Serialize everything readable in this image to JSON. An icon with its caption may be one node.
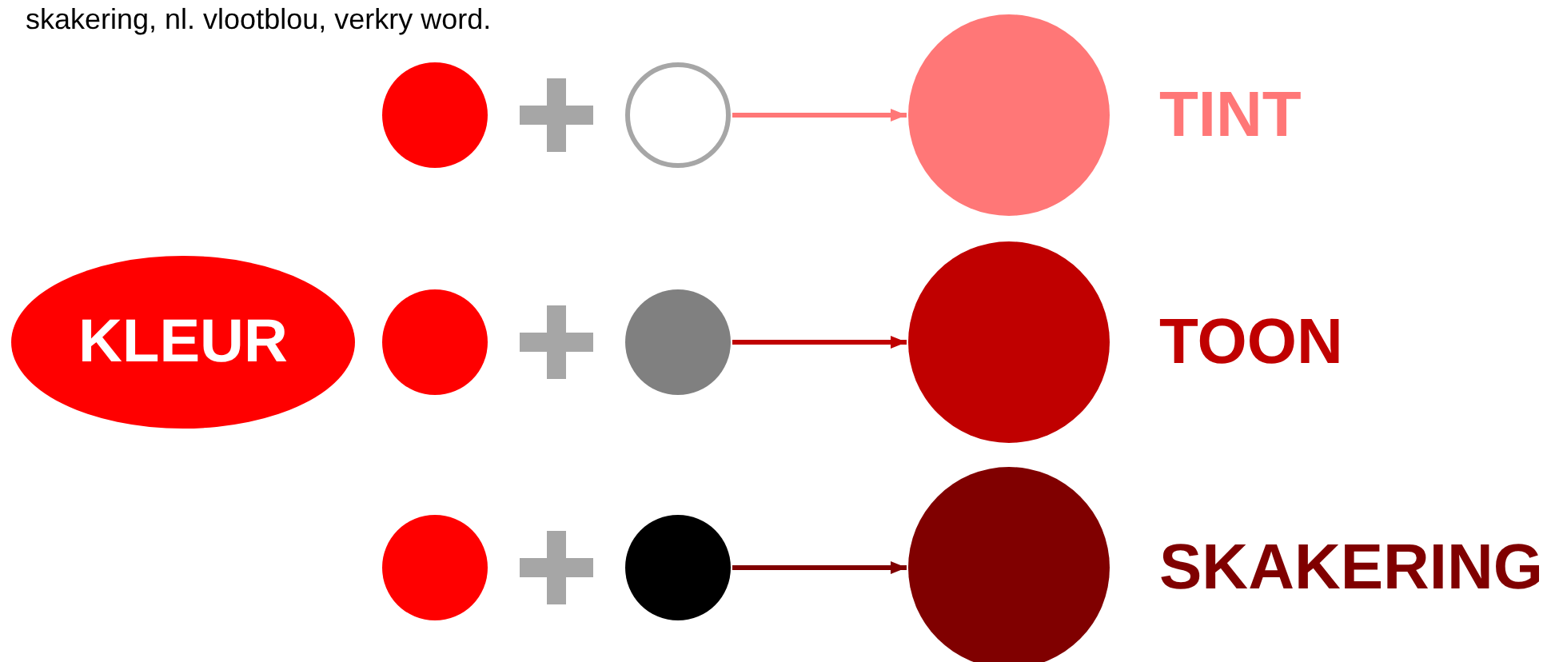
{
  "diagram": {
    "nodes": [
      {
        "text": [],
        "shape": "circle"
      },
      {
        "text": [],
        "shape": "circle"
      },
      {
        "text": [],
        "shape": "circle",
        "beside": [
          "TINT"
        ]
      },
      {
        "text": [
          "KLEUR"
        ]
      },
      {
        "text": [],
        "shape": "circle"
      },
      {
        "text": [],
        "shape": "circle"
      },
      {
        "text": [],
        "shape": "circle",
        "beside": [
          "TOON"
        ]
      },
      {
        "text": [],
        "shape": "circle"
      },
      {
        "text": [],
        "shape": "circle"
      },
      {
        "text": [],
        "shape": "circle",
        "beside": [
          "SKAKERING"
        ]
      }
    ],
    "edges": [
      {
        "from": 1,
        "to": 2,
        "arrow": "to",
        "color": "#ff7777"
      },
      {
        "from": 5,
        "to": 6,
        "arrow": "to",
        "color": "#c00000"
      },
      {
        "from": 8,
        "to": 9,
        "arrow": "to",
        "color": "#800000"
      }
    ],
    "labels": [
      "skakering, nl. vlootblou, verkry word."
    ]
  }
}
